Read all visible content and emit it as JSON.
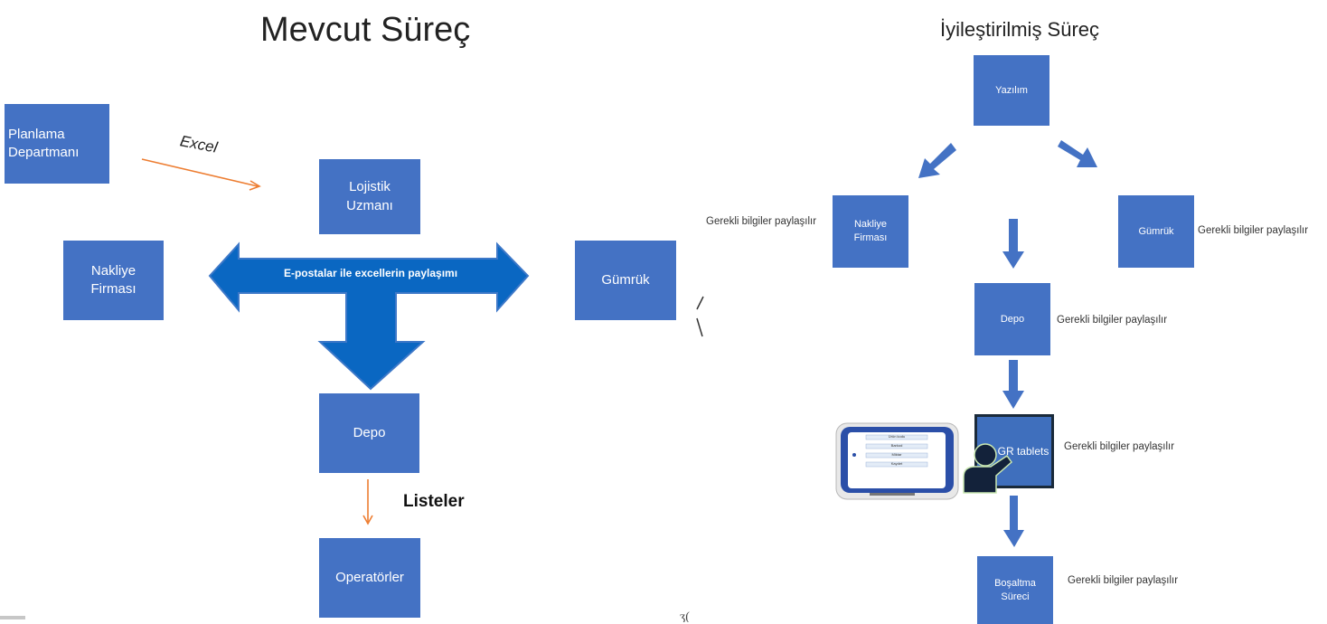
{
  "left": {
    "title": "Mevcut Süreç",
    "boxes": {
      "planlama": "Planlama\nDepartmanı",
      "lojistik": "Lojistik\nUzmanı",
      "nakliye": "Nakliye\nFirması",
      "gumruk": "Gümrük",
      "depo": "Depo",
      "operatorler": "Operatörler"
    },
    "excel_label": "Excel",
    "arrow_label": "E-postalar ile excellerin paylaşımı",
    "listeler_label": "Listeler"
  },
  "right": {
    "title": "İyileştirilmiş Süreç",
    "boxes": {
      "yazilim": "Yazılım",
      "nakliye": "Nakliye\nFirması",
      "gumruk": "Gümrük",
      "depo": "Depo",
      "gr_tablets": "GR tablets",
      "bosaltma": "Boşaltma\nSüreci"
    },
    "note": "Gerekli bilgiler paylaşılır",
    "tablet_screen": {
      "line1": "Ürün kodu",
      "line2": "Barkod",
      "line3": "Miktar",
      "line4": "Kaydet"
    }
  },
  "colors": {
    "box": "#4472c4",
    "big_arrow": "#0563c1",
    "excel_arrow": "#ed7d31"
  }
}
